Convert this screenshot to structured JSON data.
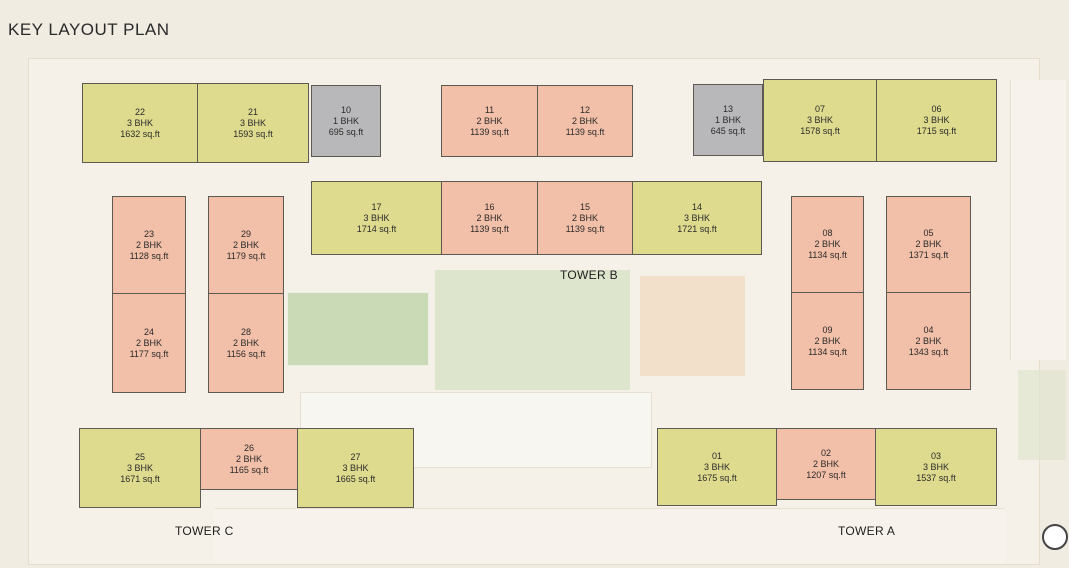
{
  "title": "KEY LAYOUT PLAN",
  "towers": {
    "a": "TOWER A",
    "b": "TOWER B",
    "c": "TOWER C"
  },
  "units": [
    {
      "no": "22",
      "type": "3 BHK",
      "area": "1632 sq.ft",
      "cls": "c3"
    },
    {
      "no": "21",
      "type": "3 BHK",
      "area": "1593 sq.ft",
      "cls": "c3"
    },
    {
      "no": "10",
      "type": "1 BHK",
      "area": "695 sq.ft",
      "cls": "c1"
    },
    {
      "no": "11",
      "type": "2 BHK",
      "area": "1139 sq.ft",
      "cls": "c2"
    },
    {
      "no": "12",
      "type": "2 BHK",
      "area": "1139 sq.ft",
      "cls": "c2"
    },
    {
      "no": "13",
      "type": "1 BHK",
      "area": "645 sq.ft",
      "cls": "c1"
    },
    {
      "no": "07",
      "type": "3 BHK",
      "area": "1578 sq.ft",
      "cls": "c3"
    },
    {
      "no": "06",
      "type": "3 BHK",
      "area": "1715 sq.ft",
      "cls": "c3"
    },
    {
      "no": "17",
      "type": "3 BHK",
      "area": "1714 sq.ft",
      "cls": "c3"
    },
    {
      "no": "16",
      "type": "2 BHK",
      "area": "1139 sq.ft",
      "cls": "c2"
    },
    {
      "no": "15",
      "type": "2 BHK",
      "area": "1139 sq.ft",
      "cls": "c2"
    },
    {
      "no": "14",
      "type": "3 BHK",
      "area": "1721 sq.ft",
      "cls": "c3"
    },
    {
      "no": "23",
      "type": "2 BHK",
      "area": "1128 sq.ft",
      "cls": "c2"
    },
    {
      "no": "29",
      "type": "2 BHK",
      "area": "1179 sq.ft",
      "cls": "c2"
    },
    {
      "no": "24",
      "type": "2 BHK",
      "area": "1177 sq.ft",
      "cls": "c2"
    },
    {
      "no": "28",
      "type": "2 BHK",
      "area": "1156 sq.ft",
      "cls": "c2"
    },
    {
      "no": "08",
      "type": "2 BHK",
      "area": "1134 sq.ft",
      "cls": "c2"
    },
    {
      "no": "05",
      "type": "2 BHK",
      "area": "1371 sq.ft",
      "cls": "c2"
    },
    {
      "no": "09",
      "type": "2 BHK",
      "area": "1134 sq.ft",
      "cls": "c2"
    },
    {
      "no": "04",
      "type": "2 BHK",
      "area": "1343 sq.ft",
      "cls": "c2"
    },
    {
      "no": "25",
      "type": "3 BHK",
      "area": "1671 sq.ft",
      "cls": "c3"
    },
    {
      "no": "26",
      "type": "2 BHK",
      "area": "1165 sq.ft",
      "cls": "c2"
    },
    {
      "no": "27",
      "type": "3 BHK",
      "area": "1665 sq.ft",
      "cls": "c3"
    },
    {
      "no": "01",
      "type": "3 BHK",
      "area": "1675 sq.ft",
      "cls": "c3"
    },
    {
      "no": "02",
      "type": "2 BHK",
      "area": "1207 sq.ft",
      "cls": "c2"
    },
    {
      "no": "03",
      "type": "3 BHK",
      "area": "1537 sq.ft",
      "cls": "c3"
    }
  ],
  "colors": {
    "three_bhk": "#dedb8e",
    "two_bhk": "#f2bfa8",
    "one_bhk": "#b8b8ba"
  }
}
